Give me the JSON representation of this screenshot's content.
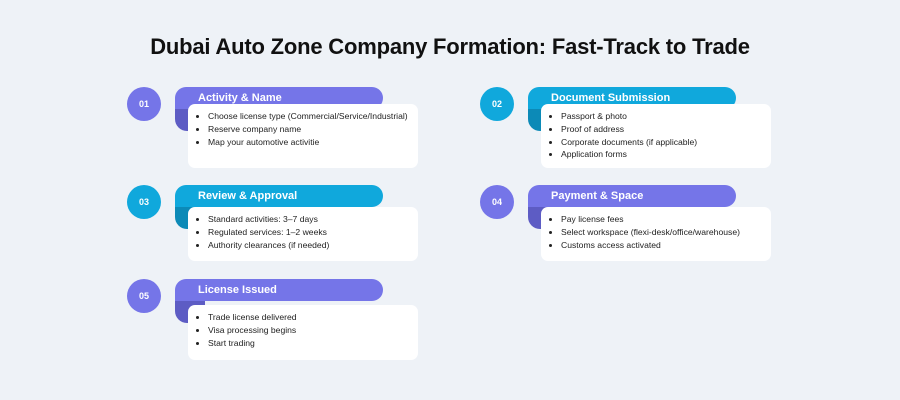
{
  "title": "Dubai Auto Zone Company Formation: Fast-Track to Trade",
  "colors": {
    "purple": "#7575e8",
    "purple_dark": "#5d5cc4",
    "blue": "#10a8dc",
    "blue_dark": "#0c8ab7",
    "background": "#eef2f7"
  },
  "steps": [
    {
      "number": "01",
      "title": "Activity & Name",
      "items": [
        "Choose license type (Commercial/Service/Industrial)",
        "Reserve company name",
        "Map your automotive activitie"
      ]
    },
    {
      "number": "02",
      "title": "Document Submission",
      "items": [
        "Passport & photo",
        "Proof of address",
        "Corporate documents (if applicable)",
        "Application forms"
      ]
    },
    {
      "number": "03",
      "title": "Review & Approval",
      "items": [
        "Standard activities: 3–7 days",
        "Regulated services: 1–2 weeks",
        "Authority clearances (if needed)"
      ]
    },
    {
      "number": "04",
      "title": "Payment & Space",
      "items": [
        "Pay license fees",
        "Select workspace (flexi-desk/office/warehouse)",
        "Customs access activated"
      ]
    },
    {
      "number": "05",
      "title": "License Issued",
      "items": [
        "Trade license delivered",
        "Visa processing begins",
        "Start trading"
      ]
    }
  ]
}
